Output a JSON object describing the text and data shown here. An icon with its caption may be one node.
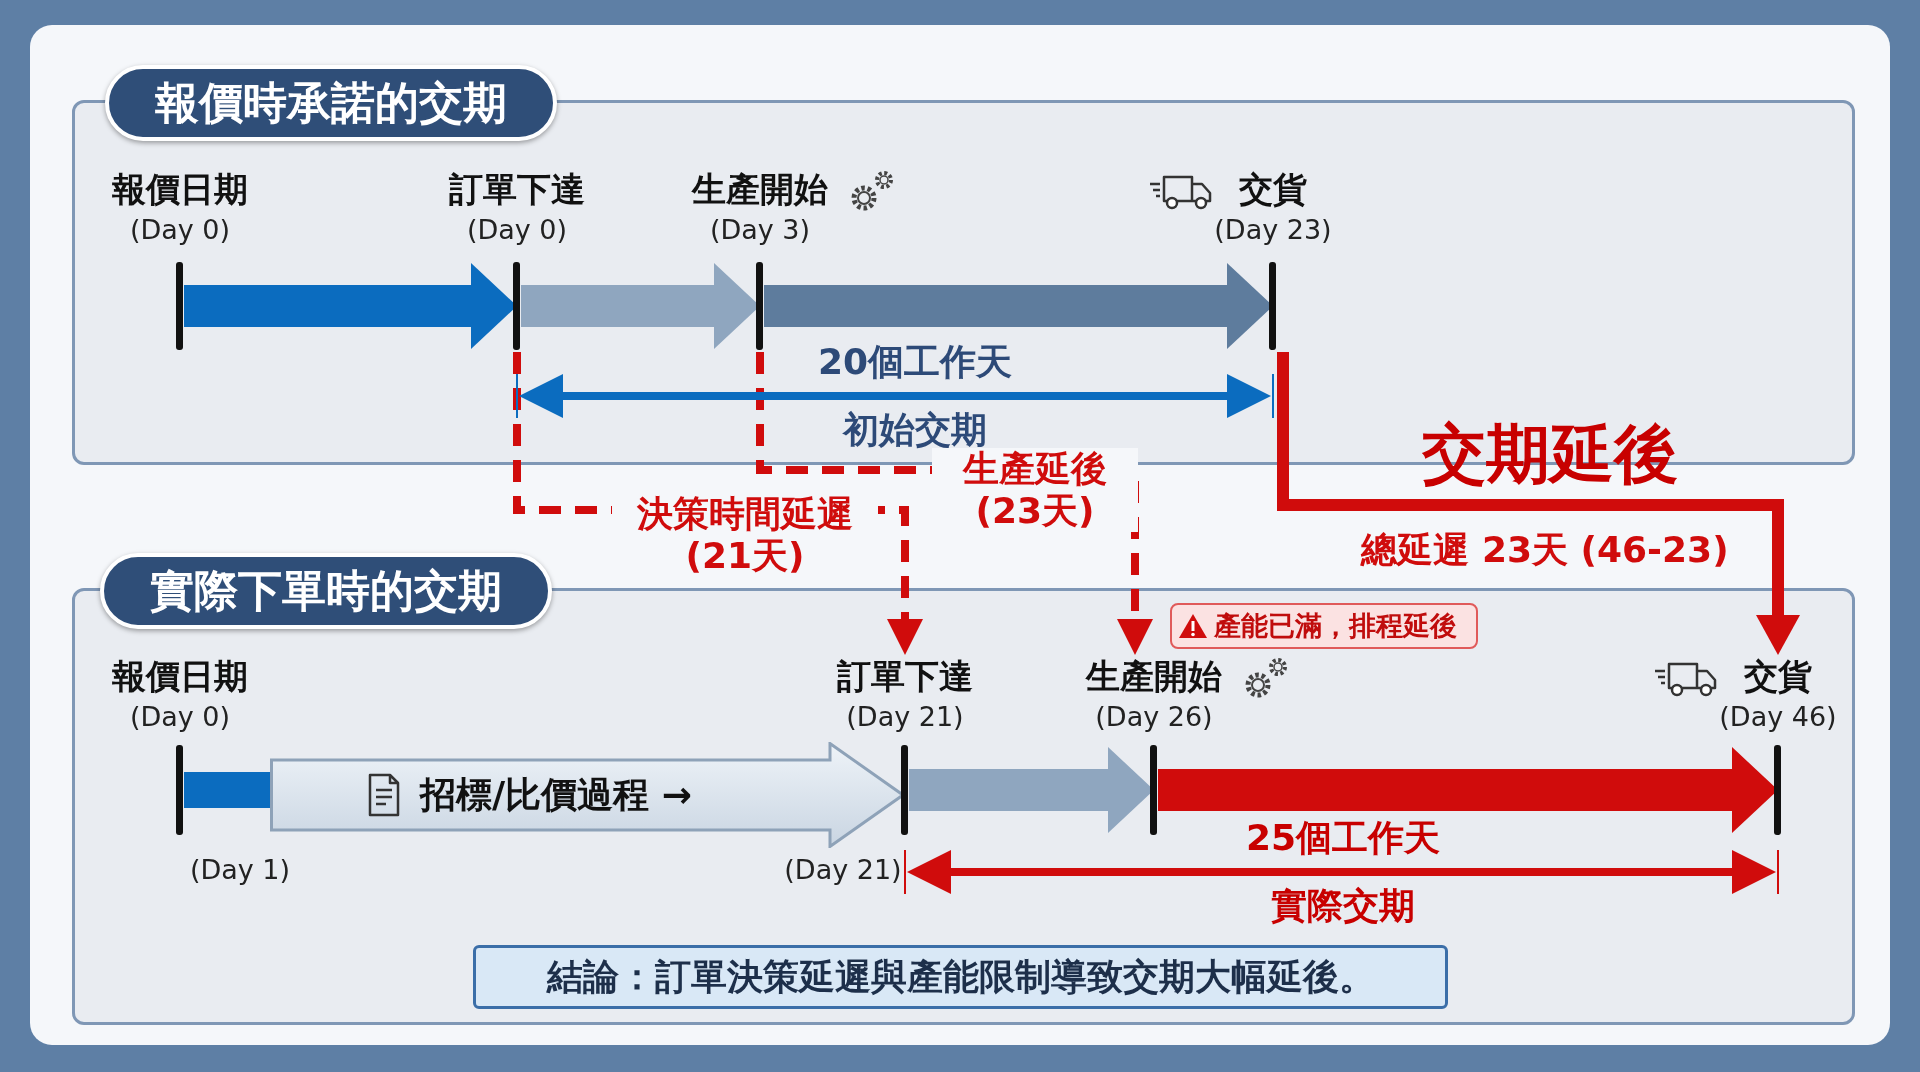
{
  "diagram": {
    "nodes": [
      {
        "text": [
          "報價時承諾的交期"
        ]
      },
      {
        "text": [
          "報價日期",
          "(Day 0)"
        ],
        "in": 0
      },
      {
        "text": [
          "訂單下達",
          "(Day 0)"
        ],
        "in": 0
      },
      {
        "text": [
          "生產開始",
          "(Day 3)"
        ],
        "in": 0
      },
      {
        "text": [
          "交貨",
          "(Day 23)"
        ],
        "in": 0
      },
      {
        "text": [
          "實際下單時的交期"
        ]
      },
      {
        "text": [
          "報價日期",
          "(Day 0)"
        ],
        "in": 5
      },
      {
        "text": [
          "訂單下達",
          "(Day 21)"
        ],
        "in": 5
      },
      {
        "text": [
          "生產開始",
          "(Day 26)"
        ],
        "in": 5
      },
      {
        "text": [
          "交貨",
          "(Day 46)"
        ],
        "in": 5
      },
      {
        "text": [
          "招標/比價過程 →"
        ],
        "in": 5
      },
      {
        "text": [
          "產能已滿，排程延後"
        ],
        "in": 5
      },
      {
        "text": [
          "結論：訂單決策延遲與產能限制導致交期大幅延後。"
        ],
        "in": 5
      }
    ],
    "edges": [
      {
        "from": 1,
        "to": 2,
        "arrow": "to",
        "color": "#0b6cbf"
      },
      {
        "from": 2,
        "to": 3,
        "arrow": "to",
        "color": "#8fa6bf"
      },
      {
        "from": 3,
        "to": 4,
        "arrow": "to",
        "color": "#5e7c9d"
      },
      {
        "from": 2,
        "to": 7,
        "arrow": "to",
        "style": "dashed",
        "color": "#d00c0c",
        "label": "決策時間延遲 (21天)"
      },
      {
        "from": 3,
        "to": 8,
        "arrow": "to",
        "style": "dashed",
        "color": "#d00c0c",
        "label": "生產延後 (23天)"
      },
      {
        "from": 4,
        "to": 9,
        "arrow": "to",
        "color": "#d00c0c",
        "label": "總延遲 23天 (46-23)"
      },
      {
        "from": 6,
        "to": 10,
        "arrow": "none",
        "color": "#0b6cbf"
      },
      {
        "from": 7,
        "to": 8,
        "arrow": "to",
        "color": "#8fa6bf"
      },
      {
        "from": 8,
        "to": 9,
        "arrow": "to",
        "color": "#d00c0c"
      }
    ],
    "labels": [
      "20個工作天",
      "初始交期",
      "交期延後",
      "(Day 1)",
      "(Day 21)",
      "25個工作天",
      "實際交期"
    ]
  }
}
